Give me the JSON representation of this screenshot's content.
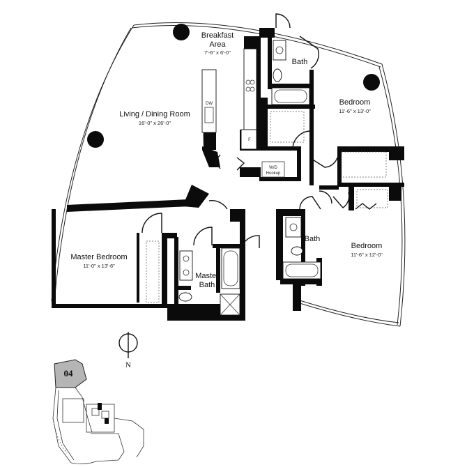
{
  "rooms": {
    "breakfast": {
      "name_line1": "Breakfast",
      "name_line2": "Area",
      "dims": "7'-6\" x 6'-0\""
    },
    "bath_top": {
      "name": "Bath"
    },
    "bedroom_top": {
      "name": "Bedroom",
      "dims": "11'-6\" x 13'-0\""
    },
    "living": {
      "name": "Living / Dining Room",
      "dims": "16'-0\" x 26'-0\""
    },
    "master_bedroom": {
      "name": "Master Bedroom",
      "dims": "11'-0\" x 13'-6\""
    },
    "master_bath": {
      "name_line1": "Master",
      "name_line2": "Bath"
    },
    "bath_mid": {
      "name": "Bath"
    },
    "bedroom_right": {
      "name": "Bedroom",
      "dims": "11'-6\" x 12'-0\""
    }
  },
  "fixtures": {
    "dishwasher": "DW",
    "washer_dryer_line1": "W/D",
    "washer_dryer_line2": "Hookup",
    "fridge": "F"
  },
  "compass": {
    "label": "N"
  },
  "key_plan": {
    "unit_number": "04",
    "highlight_color": "#b5b5b5"
  }
}
